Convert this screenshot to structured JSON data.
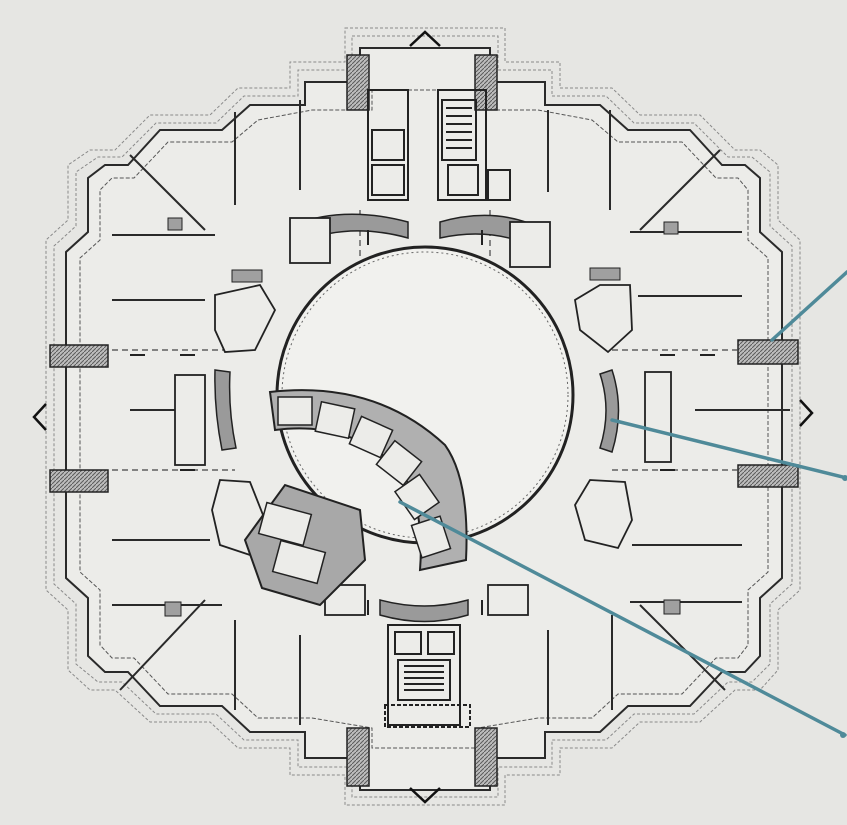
{
  "drawing": {
    "colors": {
      "background": "#e6e6e3",
      "line": "#2a2a2a",
      "hatch": "#8a8a8a",
      "leader": "#4f8a99",
      "room_fill": "#ecece9"
    },
    "icons": [
      "arrow-up-icon",
      "arrow-down-icon",
      "arrow-left-icon",
      "arrow-right-icon"
    ],
    "callouts": [
      "leader-line-top",
      "leader-line-middle",
      "leader-line-bottom"
    ]
  }
}
